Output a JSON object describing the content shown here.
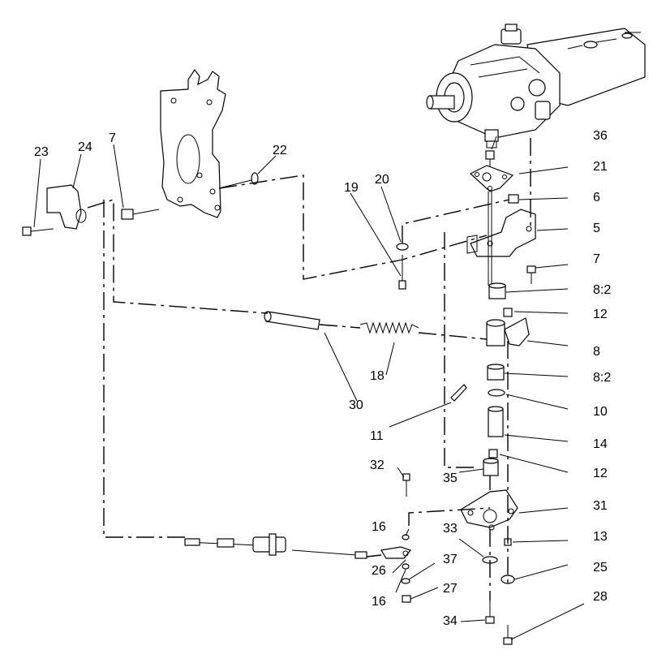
{
  "labels": {
    "n23": "23",
    "n24": "24",
    "n7a": "7",
    "n22": "22",
    "n36": "36",
    "n21": "21",
    "n20": "20",
    "n19": "19",
    "n6": "6",
    "n5": "5",
    "n7b": "7",
    "n8_2a": "8:2",
    "n12a": "12",
    "n8": "8",
    "n18": "18",
    "n8_2b": "8:2",
    "n10": "10",
    "n30": "30",
    "n11": "11",
    "n14": "14",
    "n32": "32",
    "n12b": "12",
    "n35": "35",
    "n31": "31",
    "n16a": "16",
    "n33": "33",
    "n13": "13",
    "n37": "37",
    "n25": "25",
    "n26": "26",
    "n27": "27",
    "n16b": "16",
    "n28": "28",
    "n34": "34"
  }
}
